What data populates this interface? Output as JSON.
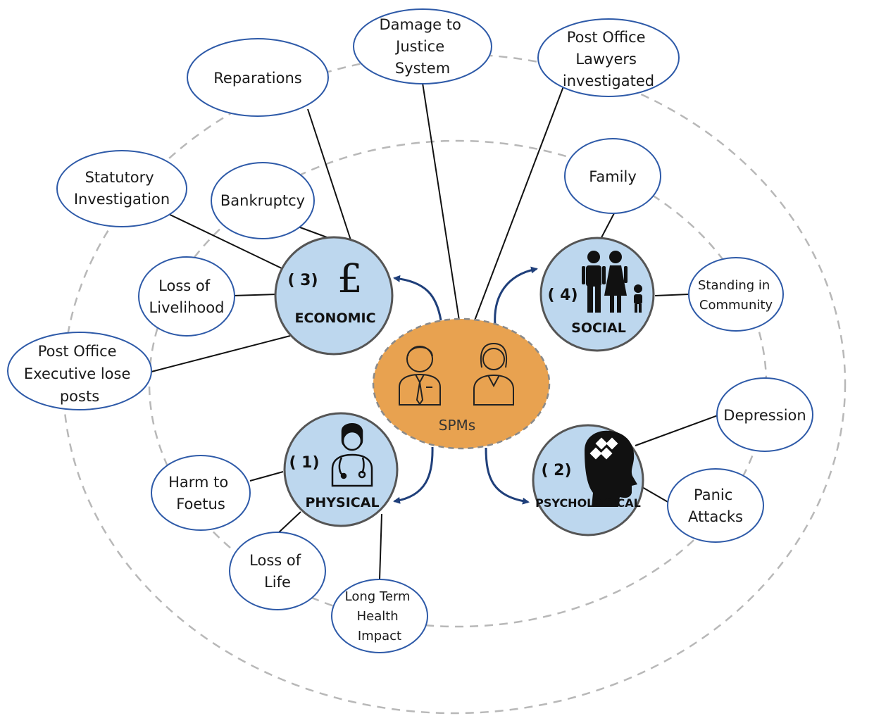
{
  "center": {
    "label": "SPMs"
  },
  "categories": {
    "economic": {
      "number": "( 3)",
      "label": "ECONOMIC",
      "symbol": "£"
    },
    "social": {
      "number": "( 4)",
      "label": "SOCIAL"
    },
    "physical": {
      "number": "( 1)",
      "label": "PHYSICAL"
    },
    "psychological": {
      "number": "( 2)",
      "label": "PSYCHOLOGICAL"
    }
  },
  "nodes": {
    "damage_to_justice": [
      "Damage to",
      "Justice",
      "System"
    ],
    "po_lawyers": [
      "Post Office",
      "Lawyers",
      "investigated"
    ],
    "reparations": [
      "Reparations"
    ],
    "statutory_investigation": [
      "Statutory",
      "Investigation"
    ],
    "bankruptcy": [
      "Bankruptcy"
    ],
    "loss_of_livelihood": [
      "Loss of",
      "Livelihood"
    ],
    "po_executive": [
      "Post Office",
      "Executive lose",
      "posts"
    ],
    "family": [
      "Family"
    ],
    "standing_in_community": [
      "Standing in",
      "Community"
    ],
    "depression": [
      "Depression"
    ],
    "panic_attacks": [
      "Panic",
      "Attacks"
    ],
    "harm_to_foetus": [
      "Harm to",
      "Foetus"
    ],
    "loss_of_life": [
      "Loss of",
      "Life"
    ],
    "long_term_health": [
      "Long Term",
      "Health",
      "Impact"
    ]
  },
  "colors": {
    "category_fill": "#bdd7ee",
    "category_stroke": "#555555",
    "center_fill": "#e8a250",
    "node_stroke": "#2e5aa8",
    "arrow": "#1f3f7a",
    "ring": "#b8b8b8"
  }
}
